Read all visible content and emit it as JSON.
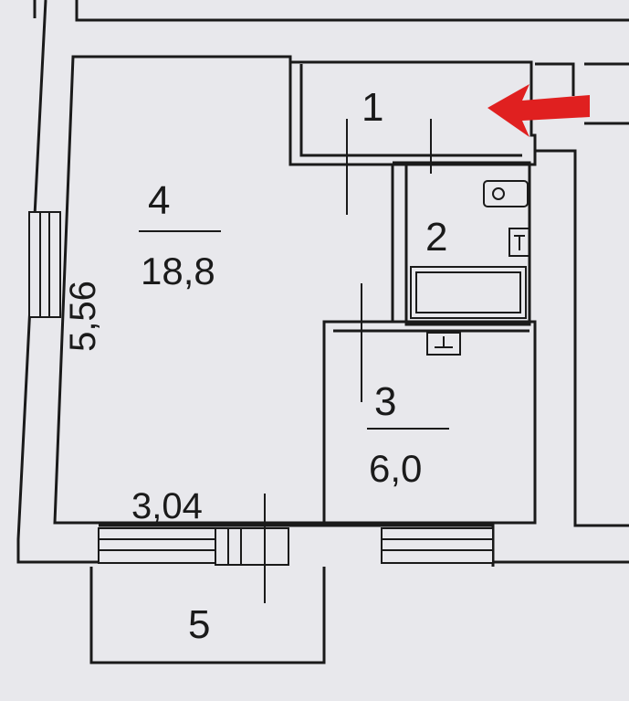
{
  "rooms": [
    {
      "number": "1"
    },
    {
      "number": "2"
    },
    {
      "number": "3",
      "area": "6,0"
    },
    {
      "number": "4",
      "area": "18,8"
    },
    {
      "number": "5"
    }
  ],
  "dimensions": {
    "room4_height": "5,56",
    "room4_width": "3,04"
  },
  "colors": {
    "background": "#e8e8ec",
    "wall": "#1a1a1a",
    "entrance_arrow": "#e02020"
  },
  "icons": {
    "entrance": "arrow-left-icon",
    "toilet": "toilet-icon",
    "sink": "sink-icon",
    "bathtub": "bathtub-icon",
    "stove": "stove-icon"
  }
}
